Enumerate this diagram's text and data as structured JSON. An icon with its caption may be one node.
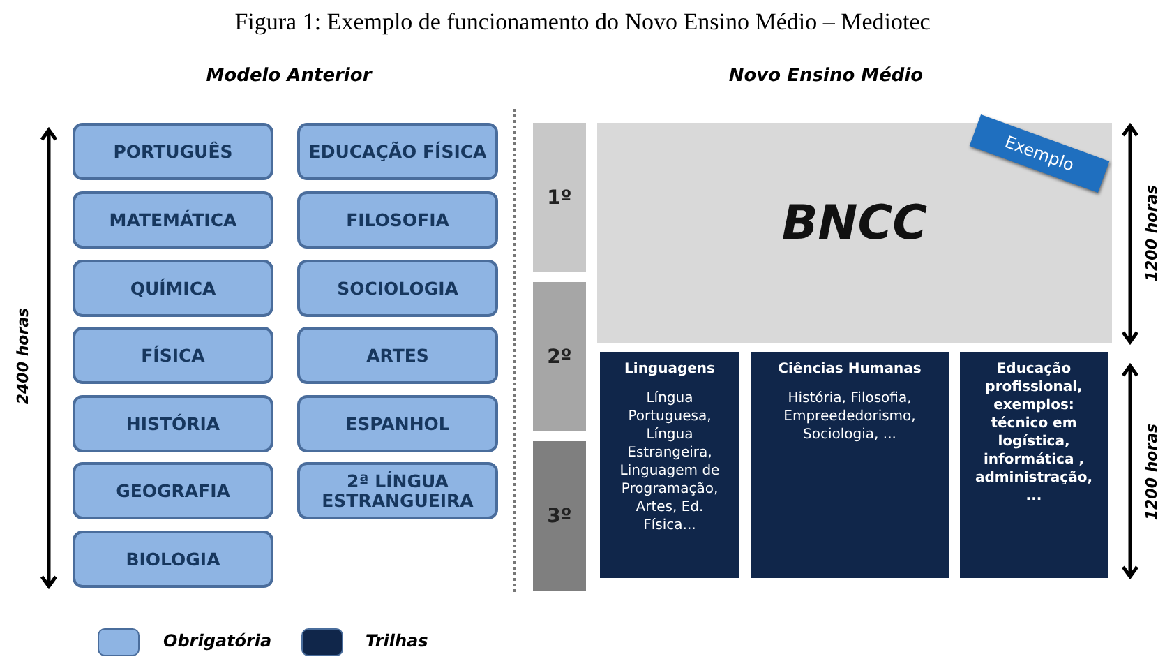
{
  "diagram": {
    "title": "Figura 1: Exemplo de funcionamento do Novo Ensino Médio – Mediotec",
    "nodes": [
      {
        "text": [
          "PORTUGUÊS"
        ]
      },
      {
        "text": [
          "EDUCAÇÃO FÍSICA"
        ]
      },
      {
        "text": [
          "MATEMÁTICA"
        ]
      },
      {
        "text": [
          "FILOSOFIA"
        ]
      },
      {
        "text": [
          "QUÍMICA"
        ]
      },
      {
        "text": [
          "SOCIOLOGIA"
        ]
      },
      {
        "text": [
          "FÍSICA"
        ]
      },
      {
        "text": [
          "ARTES"
        ]
      },
      {
        "text": [
          "HISTÓRIA"
        ]
      },
      {
        "text": [
          "ESPANHOL"
        ]
      },
      {
        "text": [
          "GEOGRAFIA"
        ]
      },
      {
        "text": [
          "2ª LÍNGUA ESTRANGUEIRA"
        ]
      },
      {
        "text": [
          "BIOLOGIA"
        ]
      },
      {
        "text": [
          "1º"
        ]
      },
      {
        "text": [
          "2º"
        ]
      },
      {
        "text": [
          "3º"
        ]
      },
      {
        "text": [
          "BNCC"
        ]
      },
      {
        "text": [
          "Exemplo"
        ],
        "in": 16
      },
      {
        "text": [
          "Linguagens",
          "Língua Portuguesa, Língua Estrangeira, Linguagem de Programação, Artes, Ed. Física..."
        ]
      },
      {
        "text": [
          "Ciências Humanas",
          "História, Filosofia, Empreededorismo, Sociologia, ..."
        ]
      },
      {
        "text": [
          "Educação profissional, exemplos: técnico em logística, informática , administração, ..."
        ]
      }
    ],
    "edges": [],
    "labels": [
      "Modelo Anterior",
      "Novo Ensino Médio",
      "2400 horas",
      "1200 horas",
      "1200 horas"
    ],
    "legend": [
      {
        "text": "Obrigatória",
        "color": "#8eb4e3"
      },
      {
        "text": "Trilhas",
        "color": "#10264a"
      }
    ]
  }
}
